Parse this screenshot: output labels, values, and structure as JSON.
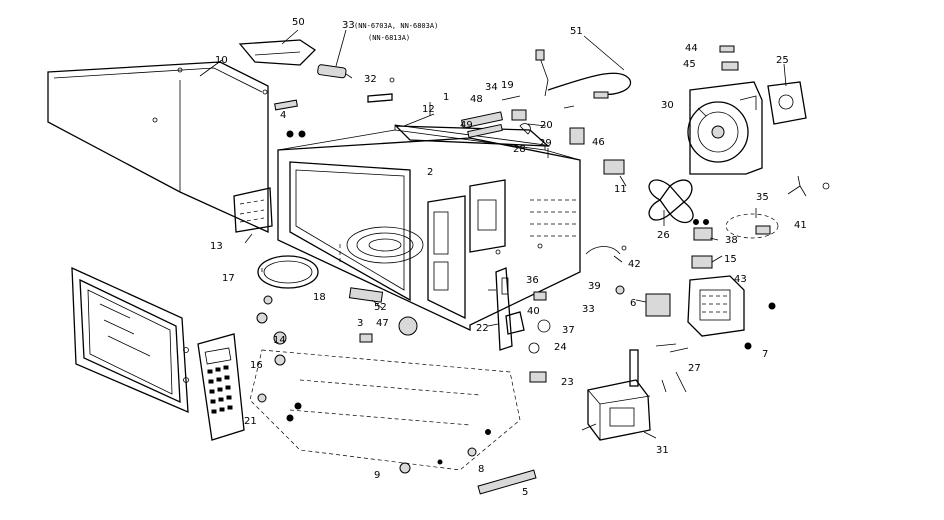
{
  "diagram": {
    "callouts": {
      "c1": "1",
      "c2": "2",
      "c3": "3",
      "c4": "4",
      "c5": "5",
      "c6": "6",
      "c7": "7",
      "c8": "8",
      "c9": "9",
      "c10": "10",
      "c11": "11",
      "c12": "12",
      "c13": "13",
      "c14": "14",
      "c15": "15",
      "c16": "16",
      "c17": "17",
      "c18": "18",
      "c19": "19",
      "c20": "20",
      "c21": "21",
      "c22": "22",
      "c23": "23",
      "c24": "24",
      "c25": "25",
      "c26": "26",
      "c27": "27",
      "c28": "28",
      "c29": "29",
      "c30": "30",
      "c31": "31",
      "c32": "32",
      "c33a": "33",
      "c33b": "33",
      "c34": "34",
      "c35": "35",
      "c36": "36",
      "c37": "37",
      "c38": "38",
      "c39": "39",
      "c40": "40",
      "c41": "41",
      "c42": "42",
      "c43": "43",
      "c44": "44",
      "c45": "45",
      "c46": "46",
      "c47": "47",
      "c48": "48",
      "c49": "49",
      "c50": "50",
      "c51": "51",
      "c52": "52"
    },
    "model_note_1": "(NN-6703A, NN-6803A)",
    "model_note_2": "(NN-6813A)"
  }
}
